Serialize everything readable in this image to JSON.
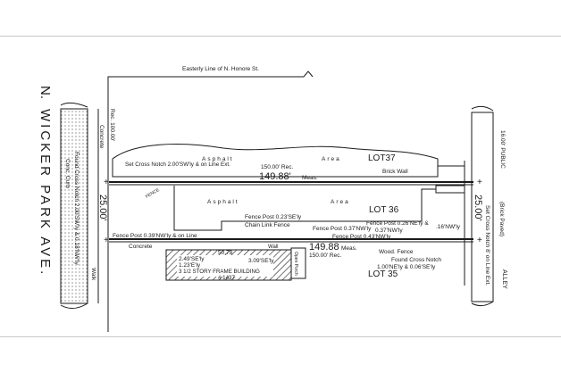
{
  "street": {
    "name_n": "N.",
    "name": "WICKER PARK AVE.",
    "easterly_line": "Easterly Line of N. Honore St."
  },
  "left_side": {
    "concrete": "Concrete",
    "conc_curb": "Conc. Curb",
    "curb_notch": "Found Cross Notch 2.00'SW'ly & 0.18'NW'ly",
    "walk": "Walk",
    "rec": "Rec. 100.00'",
    "width": "25.00'",
    "set_notch": "Set Cross Notch 2.00'SW'ly & on Line Ext."
  },
  "right_side": {
    "alley_width": "16.00' PUBLIC",
    "alley": "ALLEY",
    "brick_paved": "(Brick Paved)",
    "set_notch": "Set Cross Notch 8' on Line Ext.",
    "width": "25.00'"
  },
  "lots": {
    "lot37": "LOT37",
    "lot36": "LOT 36",
    "lot35": "LOT 35"
  },
  "dimensions": {
    "top_rec": "150.00' Rec.",
    "top_meas": "149.88'",
    "top_meas_suffix": "Meas.",
    "bottom_meas": "149.88",
    "bottom_meas_suffix": "Meas.",
    "bottom_rec": "150.00' Rec.",
    "bldg_width": "50.78"
  },
  "annotations": {
    "asphalt": "Asphalt",
    "area": "Area",
    "brick_wall": "Brick Wall",
    "fence_post_1": "Fence Post 0.39'NW'ly & on Line",
    "fence_post_2": "Fence Post 0.23'SE'ly",
    "chain_link": "Chain Link Fence",
    "fence_post_3": "Fence Post 0.37'NW'ly",
    "fence_post_4": "Fence Post 0.26'NE'ly &",
    "fence_post_4b": "0.37'NW'ly",
    "fence_post_5": "Fence Post 0.43'NW'ly",
    "fence_16": ".16'NW'ly",
    "wood_fence": "Wood. Fence",
    "found_notch": "Found Cross Notch",
    "found_notch_b": "1.00'NE'ly & 0.06'SE'ly",
    "wall": "Wall",
    "concrete_bottom": "Concrete",
    "bldg_a": "2.49'SE'ly",
    "bldg_b": "1.23'E'ly",
    "bldg_c": "3.09'SE'ly",
    "bldg_label": "3 1/2 STORY FRAME BUILDING",
    "bldg_addr": "# 1437",
    "open_porch": "Open Porch",
    "fence_label": "FENCE"
  }
}
